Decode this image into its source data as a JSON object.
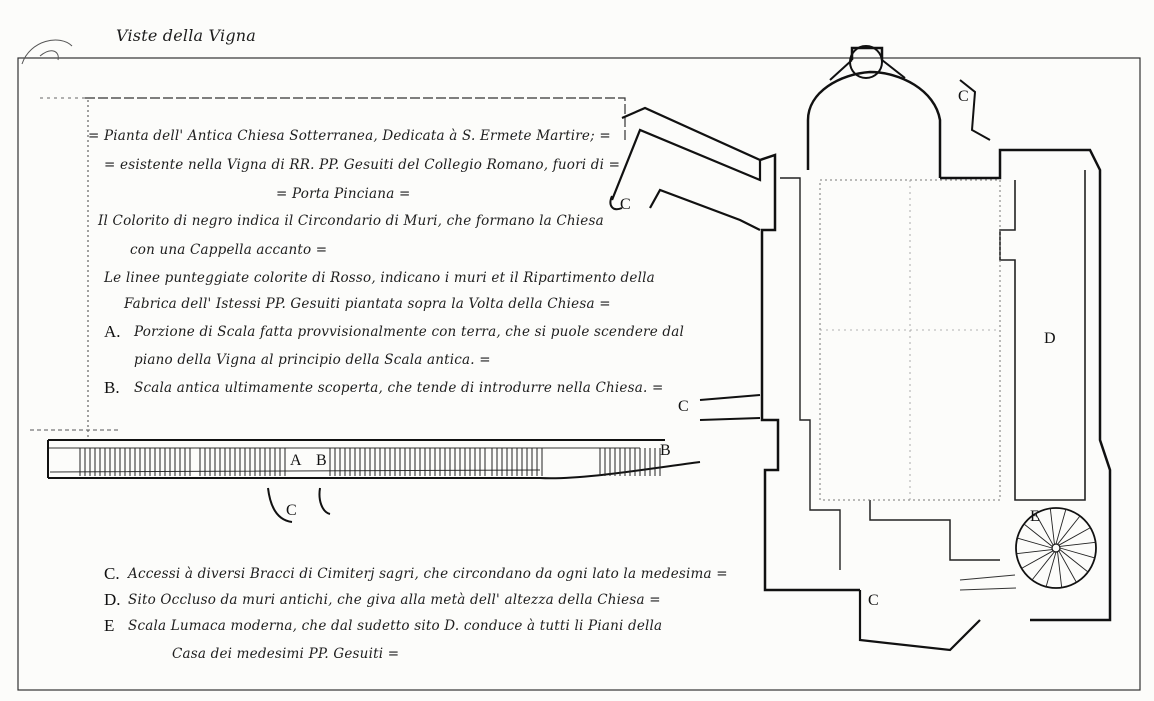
{
  "sheet": {
    "title": "Viste della Vigna",
    "description_lines": [
      "= Pianta dell' Antica Chiesa Sotterranea, Dedicata à S. Ermete Martire; =",
      "= esistente nella Vigna di RR. PP. Gesuiti del Collegio Romano, fuori di =",
      "= Porta Pinciana =",
      "Il Colorito di negro indica il Circondario di Muri, che formano la Chiesa",
      "con una Cappella accanto =",
      "Le linee punteggiate colorite di Rosso, indicano i muri et il Ripartimento della",
      "Fabrica dell' Istessi PP. Gesuiti piantata sopra la Volta della Chiesa ="
    ],
    "legend_upper": [
      {
        "key": "A.",
        "lines": [
          "Porzione di Scala fatta provvisionalmente con terra, che si puole scendere dal",
          "piano della Vigna al principio della Scala antica. ="
        ]
      },
      {
        "key": "B.",
        "lines": [
          "Scala antica ultimamente scoperta, che tende di introdurre nella Chiesa. ="
        ]
      }
    ],
    "legend_lower": [
      {
        "key": "C.",
        "lines": [
          "Accessi à diversi Bracci di Cimiterj sagri, che circondano da ogni lato la medesima ="
        ]
      },
      {
        "key": "D.",
        "lines": [
          "Sito Occluso da muri antichi, che giva alla metà dell' altezza della Chiesa ="
        ]
      },
      {
        "key": "E",
        "lines": [
          "Scala Lumaca moderna, che dal sudetto sito D. conduce à tutti li Piani della",
          "Casa dei medesimi PP. Gesuiti ="
        ]
      }
    ],
    "plan_labels": {
      "a": "A",
      "b": "B",
      "c": "C",
      "d": "D",
      "e": "E"
    }
  }
}
